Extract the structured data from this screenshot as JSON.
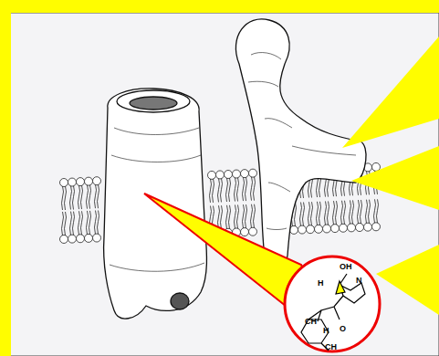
{
  "diagram": {
    "labels": [
      "OH",
      "H",
      "N",
      "CH",
      "H",
      "O",
      "CH"
    ]
  }
}
